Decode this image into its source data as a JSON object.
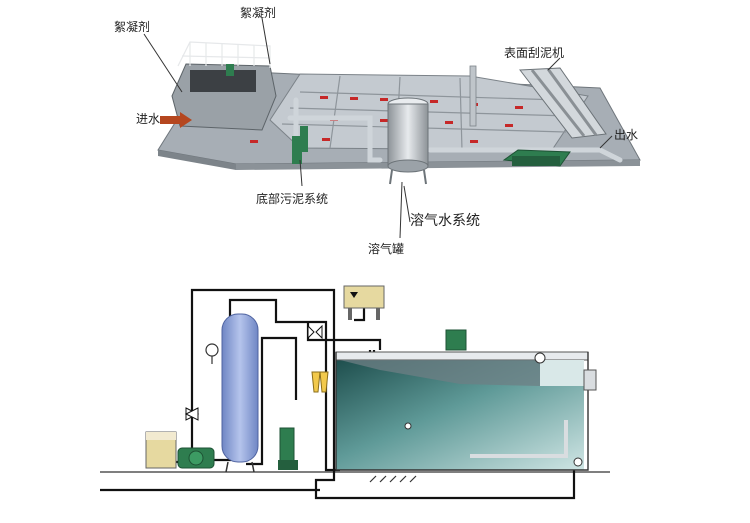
{
  "top_plant": {
    "labels": {
      "flocculant_left": "絮凝剂",
      "flocculant_top": "絮凝剂",
      "inlet": "进水",
      "skimmer": "表面刮泥机",
      "outlet": "出水",
      "bottom_sludge": "底部污泥系统",
      "dissolved_air_system": "溶气水系统",
      "dissolved_air_tank": "溶气罐"
    }
  },
  "colors": {
    "tank_floor": "#9fa6ad",
    "tank_wall": "#c9d0d6",
    "pipe": "#d6dbe0",
    "red_marks": "#c62828",
    "pump_green": "#2e7d4f",
    "water": "#9fc9c8",
    "vessel_blue": "#8fa6d9"
  }
}
